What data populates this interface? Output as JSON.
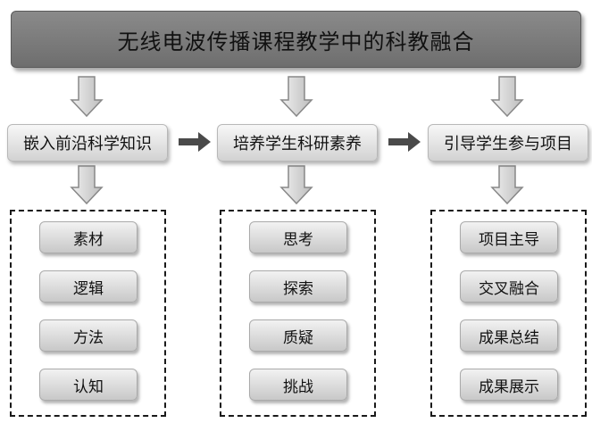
{
  "title": "无线电波传播课程教学中的科教融合",
  "columns": [
    {
      "label": "嵌入前沿科学知识",
      "items": [
        "素材",
        "逻辑",
        "方法",
        "认知"
      ]
    },
    {
      "label": "培养学生科研素养",
      "items": [
        "思考",
        "探索",
        "质疑",
        "挑战"
      ]
    },
    {
      "label": "引导学生参与项目",
      "items": [
        "项目主导",
        "交叉融合",
        "成果总结",
        "成果展示"
      ]
    }
  ]
}
